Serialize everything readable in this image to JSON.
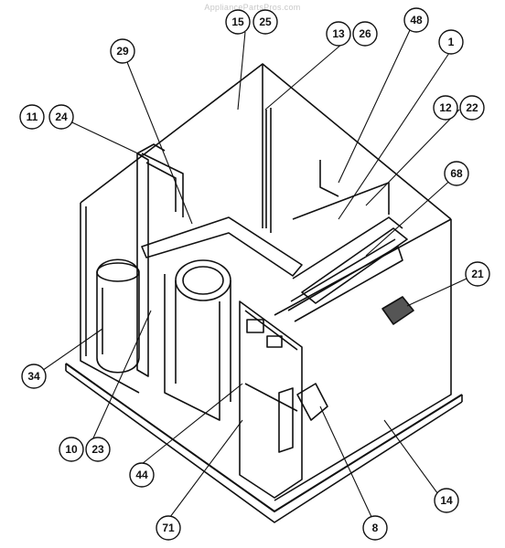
{
  "watermark": "AppliancePartsPros.com",
  "callouts": [
    {
      "label": "15"
    },
    {
      "label": "25"
    },
    {
      "label": "48"
    },
    {
      "label": "13"
    },
    {
      "label": "26"
    },
    {
      "label": "29"
    },
    {
      "label": "1"
    },
    {
      "label": "11"
    },
    {
      "label": "24"
    },
    {
      "label": "12"
    },
    {
      "label": "22"
    },
    {
      "label": "68"
    },
    {
      "label": "21"
    },
    {
      "label": "34"
    },
    {
      "label": "10"
    },
    {
      "label": "23"
    },
    {
      "label": "44"
    },
    {
      "label": "14"
    },
    {
      "label": "71"
    },
    {
      "label": "8"
    }
  ]
}
